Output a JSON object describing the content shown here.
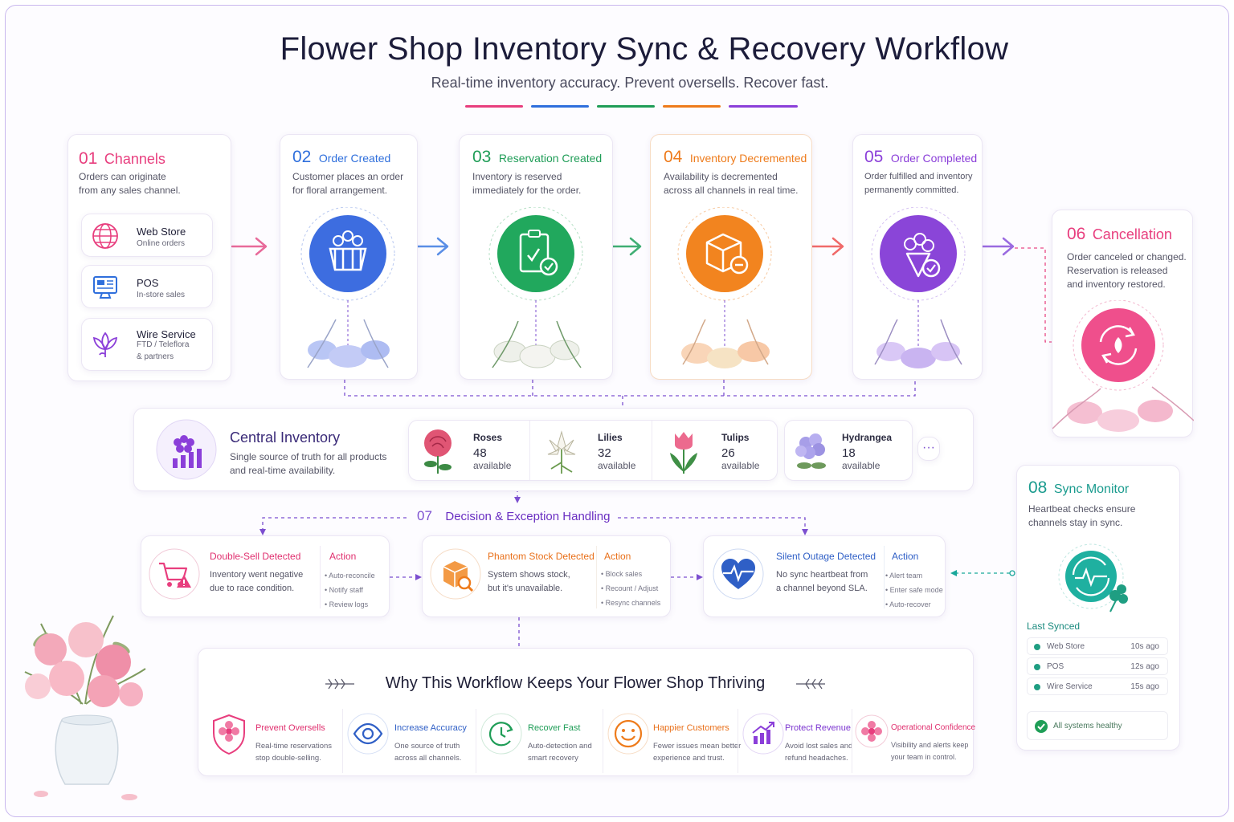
{
  "header": {
    "title": "Flower Shop Inventory Sync & Recovery Workflow",
    "subtitle": "Real-time inventory accuracy. Prevent oversells. Recover fast."
  },
  "colors": {
    "pink": "#e83e7e",
    "blue": "#2f6fdc",
    "green": "#1f9d57",
    "orange": "#ee7b1b",
    "purple": "#8b3fd9",
    "teal": "#1aa89b"
  },
  "steps": {
    "channels": {
      "num": "01",
      "title": "Channels",
      "desc1": "Orders can originate",
      "desc2": "from any sales channel.",
      "items": [
        {
          "name": "Web Store",
          "sub1": "Online orders",
          "sub2": "",
          "icon": "globe-icon"
        },
        {
          "name": "POS",
          "sub1": "In-store sales",
          "sub2": "",
          "icon": "pos-terminal-icon"
        },
        {
          "name": "Wire Service",
          "sub1": "FTD / Teleflora",
          "sub2": "& partners",
          "icon": "lotus-icon"
        }
      ]
    },
    "order_created": {
      "num": "02",
      "title": "Order Created",
      "desc1": "Customer places an order",
      "desc2": "for floral arrangement.",
      "icon": "flower-basket-icon"
    },
    "reservation": {
      "num": "03",
      "title": "Reservation Created",
      "desc1": "Inventory is reserved",
      "desc2": "immediately for the order.",
      "icon": "clipboard-check-icon"
    },
    "decremented": {
      "num": "04",
      "title": "Inventory Decremented",
      "desc1": "Availability is decremented",
      "desc2": "across all channels in real time.",
      "icon": "box-minus-icon"
    },
    "completed": {
      "num": "05",
      "title": "Order Completed",
      "desc1": "Order fulfilled and inventory",
      "desc2": "permanently committed.",
      "icon": "bouquet-check-icon"
    },
    "cancellation": {
      "num": "06",
      "title": "Cancellation",
      "desc1": "Order canceled or changed.",
      "desc2": "Reservation is released",
      "desc3": "and inventory restored.",
      "icon": "restore-cycle-icon"
    }
  },
  "central": {
    "title": "Central Inventory",
    "desc1": "Single source of truth for all products",
    "desc2": "and real-time availability.",
    "items": [
      {
        "name": "Roses",
        "qty": "48",
        "status": "available"
      },
      {
        "name": "Lilies",
        "qty": "32",
        "status": "available"
      },
      {
        "name": "Tulips",
        "qty": "26",
        "status": "available"
      },
      {
        "name": "Hydrangea",
        "qty": "18",
        "status": "available"
      }
    ],
    "more": "···"
  },
  "decision": {
    "num": "07",
    "title": "Decision & Exception Handling",
    "action_label": "Action",
    "cases": [
      {
        "title": "Double-Sell Detected",
        "desc1": "Inventory went negative",
        "desc2": "due to race condition.",
        "actions": [
          "Auto-reconcile",
          "Notify staff",
          "Review logs"
        ]
      },
      {
        "title": "Phantom Stock Detected",
        "desc1": "System shows stock,",
        "desc2": "but it's unavailable.",
        "actions": [
          "Block sales",
          "Recount / Adjust",
          "Resync channels"
        ]
      },
      {
        "title": "Silent Outage Detected",
        "desc1": "No sync heartbeat from",
        "desc2": "a channel beyond SLA.",
        "actions": [
          "Alert team",
          "Enter safe mode",
          "Auto-recover"
        ]
      }
    ]
  },
  "monitor": {
    "num": "08",
    "title": "Sync Monitor",
    "desc1": "Heartbeat checks ensure",
    "desc2": "channels stay in sync.",
    "last_synced_label": "Last Synced",
    "rows": [
      {
        "channel": "Web Store",
        "ago": "10s ago"
      },
      {
        "channel": "POS",
        "ago": "12s ago"
      },
      {
        "channel": "Wire Service",
        "ago": "15s ago"
      }
    ],
    "health": "All systems healthy"
  },
  "why": {
    "title": "Why This Workflow Keeps Your Flower Shop Thriving",
    "benefits": [
      {
        "title": "Prevent Oversells",
        "desc1": "Real-time reservations",
        "desc2": "stop double-selling.",
        "icon": "shield-flower-icon"
      },
      {
        "title": "Increase Accuracy",
        "desc1": "One source of truth",
        "desc2": "across all channels.",
        "icon": "eye-icon"
      },
      {
        "title": "Recover Fast",
        "desc1": "Auto-detection and",
        "desc2": "smart recovery",
        "icon": "clock-refresh-icon"
      },
      {
        "title": "Happier Customers",
        "desc1": "Fewer issues mean better",
        "desc2": "experience and trust.",
        "icon": "smile-icon"
      },
      {
        "title": "Protect Revenue",
        "desc1": "Avoid lost sales and",
        "desc2": "refund headaches.",
        "icon": "bar-chart-up-icon"
      },
      {
        "title": "Operational Confidence",
        "desc1": "Visibility and alerts keep",
        "desc2": "your team in control.",
        "icon": "flower-badge-icon"
      }
    ]
  }
}
